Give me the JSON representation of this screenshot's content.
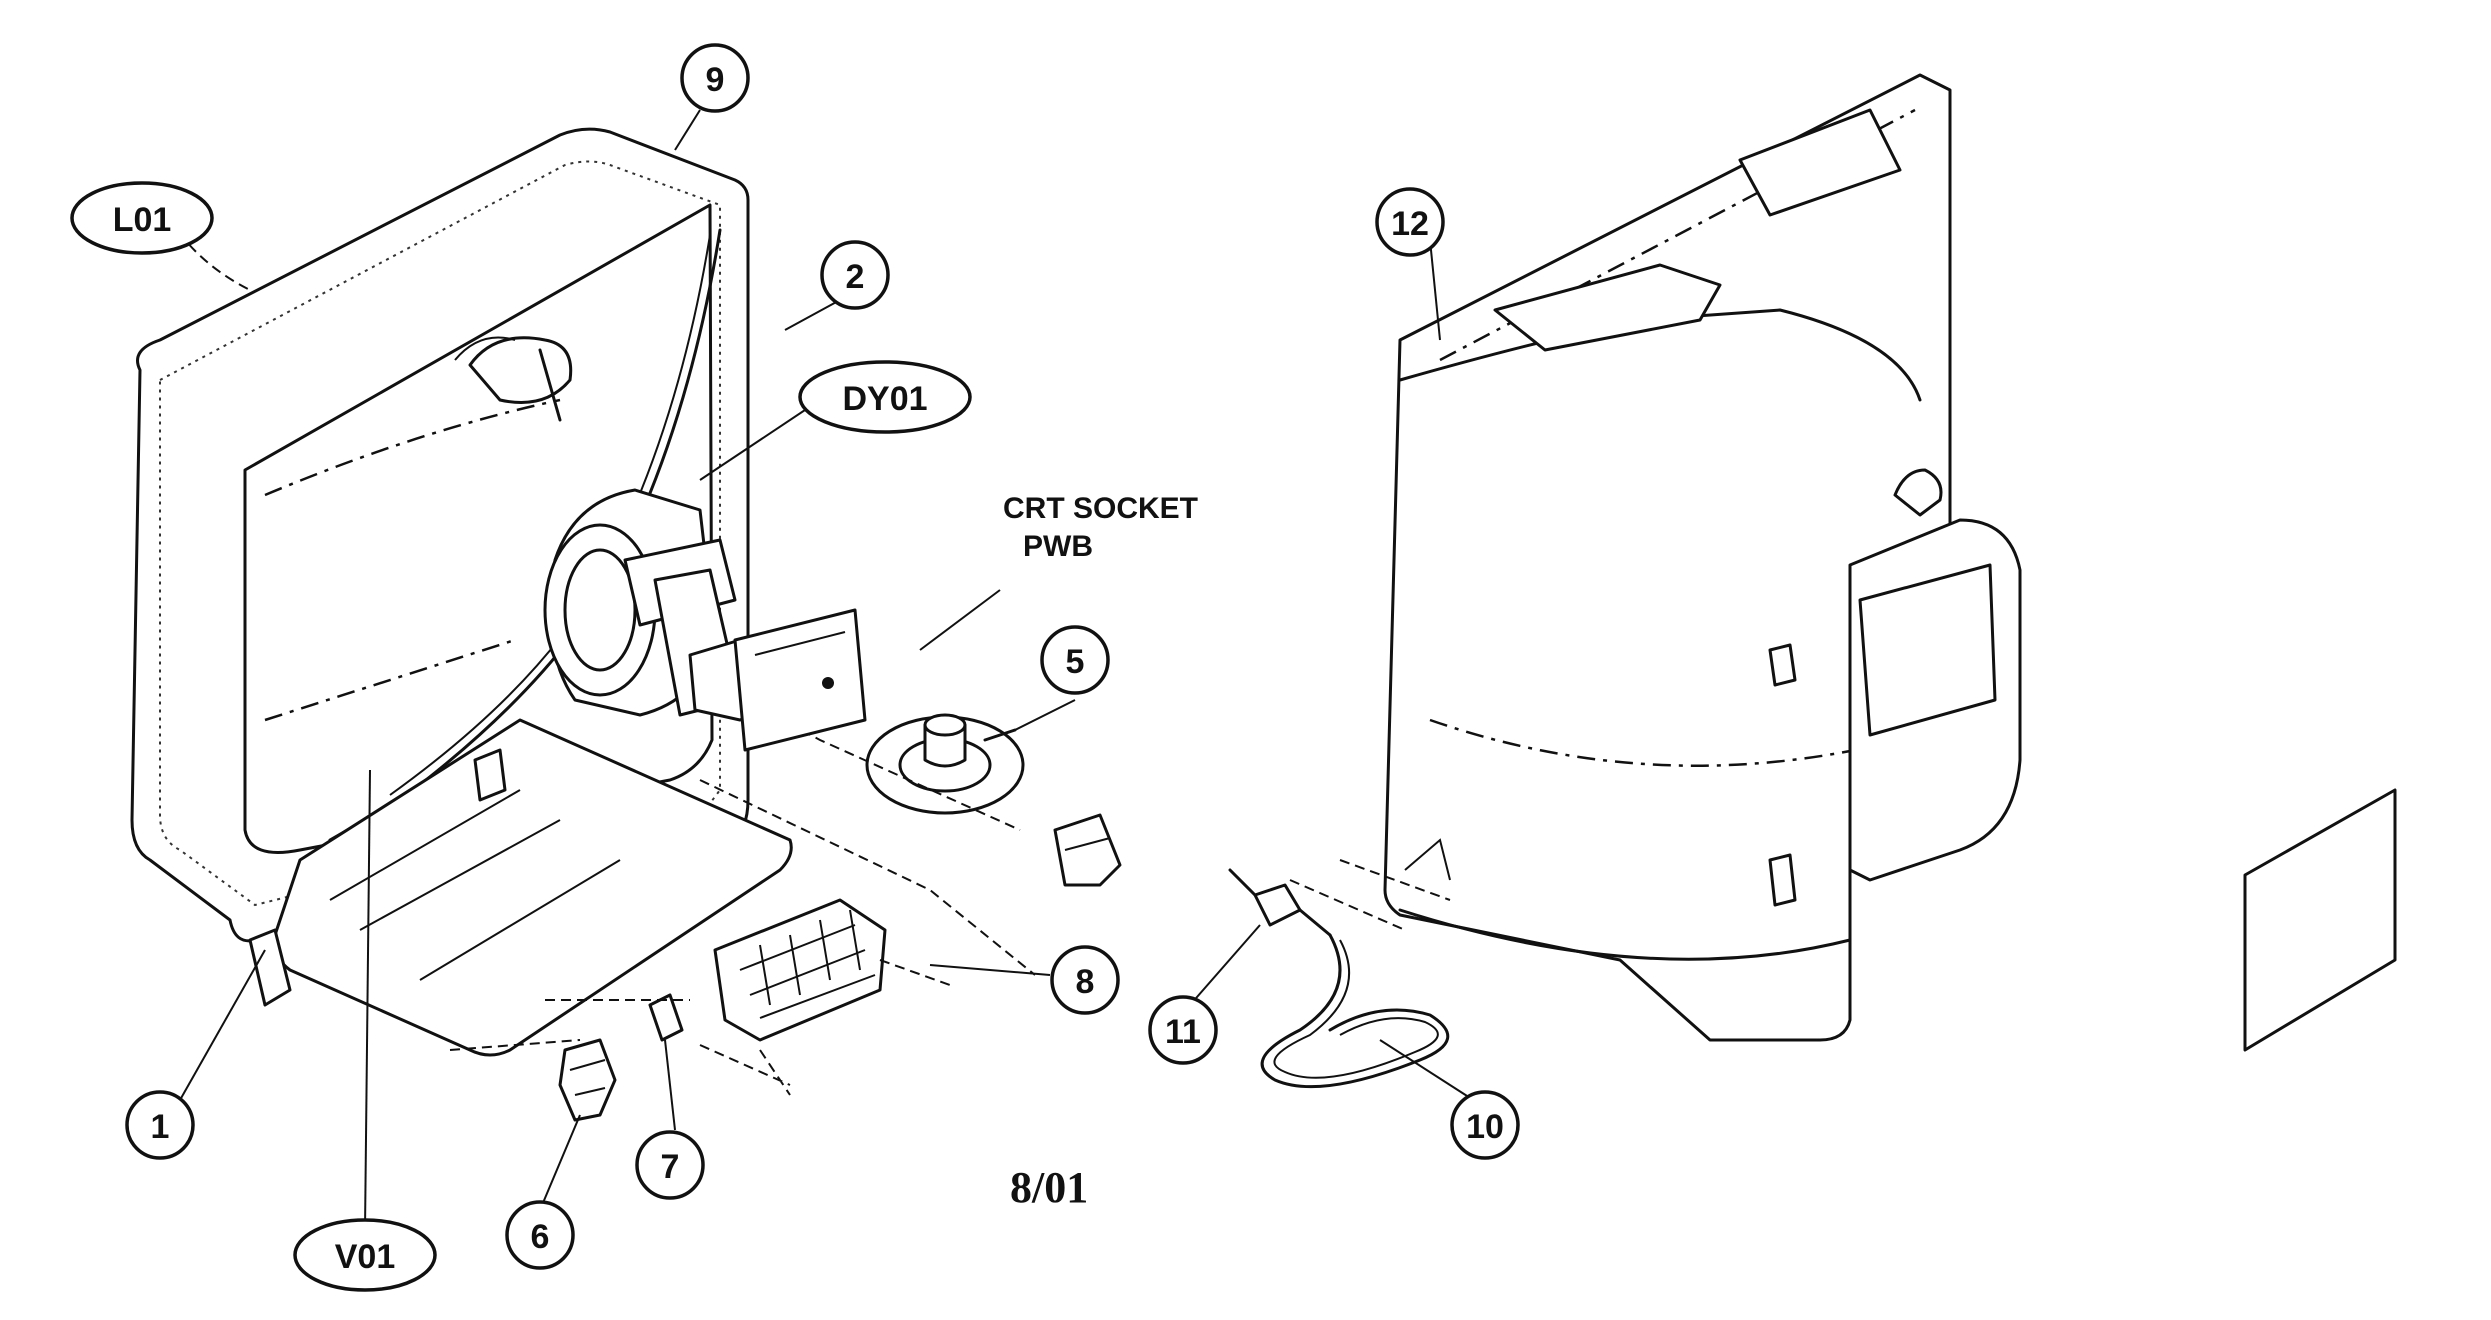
{
  "callouts": {
    "c1": "1",
    "c2": "2",
    "c5": "5",
    "c6": "6",
    "c7": "7",
    "c8": "8",
    "c9": "9",
    "c10": "10",
    "c11": "11",
    "c12": "12",
    "l01": "L01",
    "dy01": "DY01",
    "v01": "V01"
  },
  "labels": {
    "crt_socket_line1": "CRT SOCKET",
    "crt_socket_line2": "PWB",
    "date": "8/01"
  }
}
